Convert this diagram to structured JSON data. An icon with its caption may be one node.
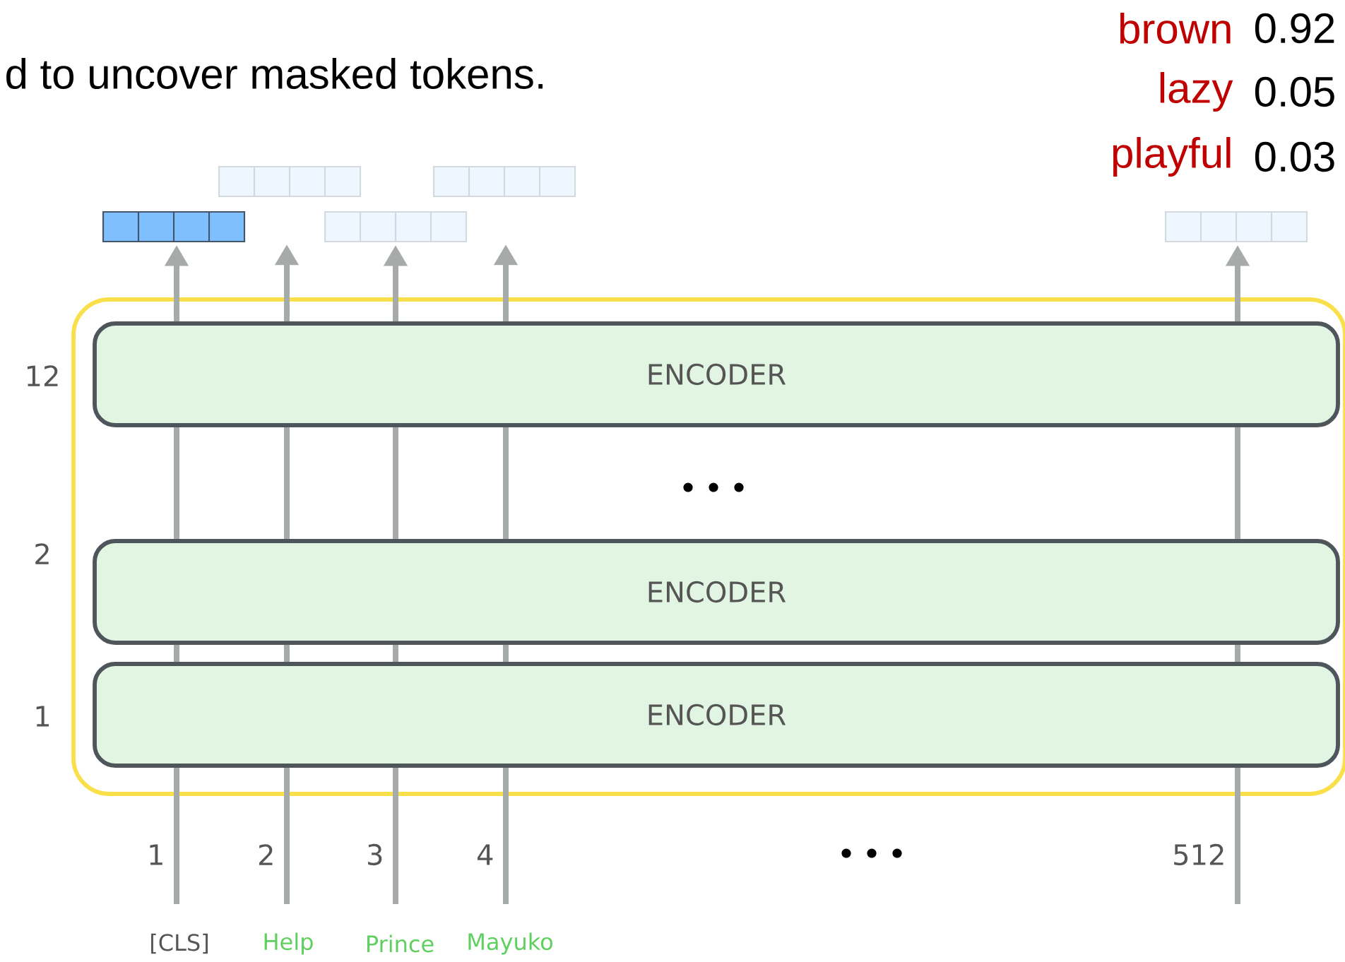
{
  "diagram": {
    "nodes": [
      {
        "text": [],
        "shape": "box"
      },
      {
        "text": [
          "ENCODER"
        ],
        "in": 0,
        "beside": [
          "12"
        ]
      },
      {
        "text": [
          "ENCODER"
        ],
        "in": 0,
        "beside": [
          "2"
        ]
      },
      {
        "text": [
          "ENCODER"
        ],
        "in": 0,
        "beside": [
          "1"
        ]
      },
      {
        "text": [],
        "shape": "bar"
      },
      {
        "text": [],
        "shape": "bar"
      },
      {
        "text": [],
        "shape": "bar"
      },
      {
        "text": [],
        "shape": "bar"
      },
      {
        "text": [],
        "shape": "bar"
      }
    ],
    "edges": [
      {
        "from": null,
        "to": 3,
        "arrow": "none"
      },
      {
        "from": null,
        "to": 3,
        "arrow": "none"
      },
      {
        "from": null,
        "to": 3,
        "arrow": "none"
      },
      {
        "from": null,
        "to": 3,
        "arrow": "none"
      },
      {
        "from": null,
        "to": 3,
        "arrow": "none"
      },
      {
        "from": 3,
        "to": 2,
        "arrow": "none"
      },
      {
        "from": 3,
        "to": 2,
        "arrow": "none"
      },
      {
        "from": 3,
        "to": 2,
        "arrow": "none"
      },
      {
        "from": 3,
        "to": 2,
        "arrow": "none"
      },
      {
        "from": 3,
        "to": 2,
        "arrow": "none"
      },
      {
        "from": 2,
        "to": 1,
        "arrow": "none"
      },
      {
        "from": 2,
        "to": 1,
        "arrow": "none"
      },
      {
        "from": 2,
        "to": 1,
        "arrow": "none"
      },
      {
        "from": 2,
        "to": 1,
        "arrow": "none"
      },
      {
        "from": 2,
        "to": 1,
        "arrow": "none"
      },
      {
        "from": 1,
        "to": 4,
        "arrow": "to"
      },
      {
        "from": 1,
        "to": null,
        "arrow": "to"
      },
      {
        "from": 1,
        "to": 6,
        "arrow": "to"
      },
      {
        "from": 1,
        "to": null,
        "arrow": "to"
      },
      {
        "from": 1,
        "to": 8,
        "arrow": "to"
      }
    ],
    "labels": [
      "d to uncover masked tokens.",
      "brown",
      "0.92",
      "lazy",
      "0.05",
      "playful",
      "0.03",
      "1",
      "2",
      "3",
      "4",
      "512",
      "[CLS]",
      "Help",
      "Prince",
      "Mayuko"
    ]
  }
}
